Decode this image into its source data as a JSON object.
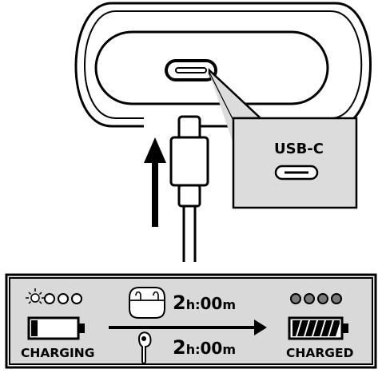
{
  "callout": {
    "port_label": "USB-C"
  },
  "panel": {
    "left_status": "CHARGING",
    "right_status": "CHARGED",
    "case_time": {
      "hours": "2",
      "h_unit": "h",
      "sep": ":",
      "minutes": "00",
      "m_unit": "m"
    },
    "earbud_time": {
      "hours": "2",
      "h_unit": "h",
      "sep": ":",
      "minutes": "00",
      "m_unit": "m"
    },
    "led_indicator_left": {
      "lit": 1,
      "total": 4
    },
    "led_indicator_right": {
      "lit": 4,
      "total": 4
    },
    "battery_left_level": 0.12,
    "battery_right_level": 1.0
  },
  "icons": {
    "case": "charging-case-icon",
    "earbud": "earbud-icon",
    "arrow_up": "insert-arrow-icon",
    "arrow_right": "progress-arrow-icon"
  },
  "colors": {
    "ink": "#000000",
    "panel_gray": "#d9d9d9",
    "led_gray": "#7a7a7a",
    "callout_gray": "#dcdcdc"
  }
}
